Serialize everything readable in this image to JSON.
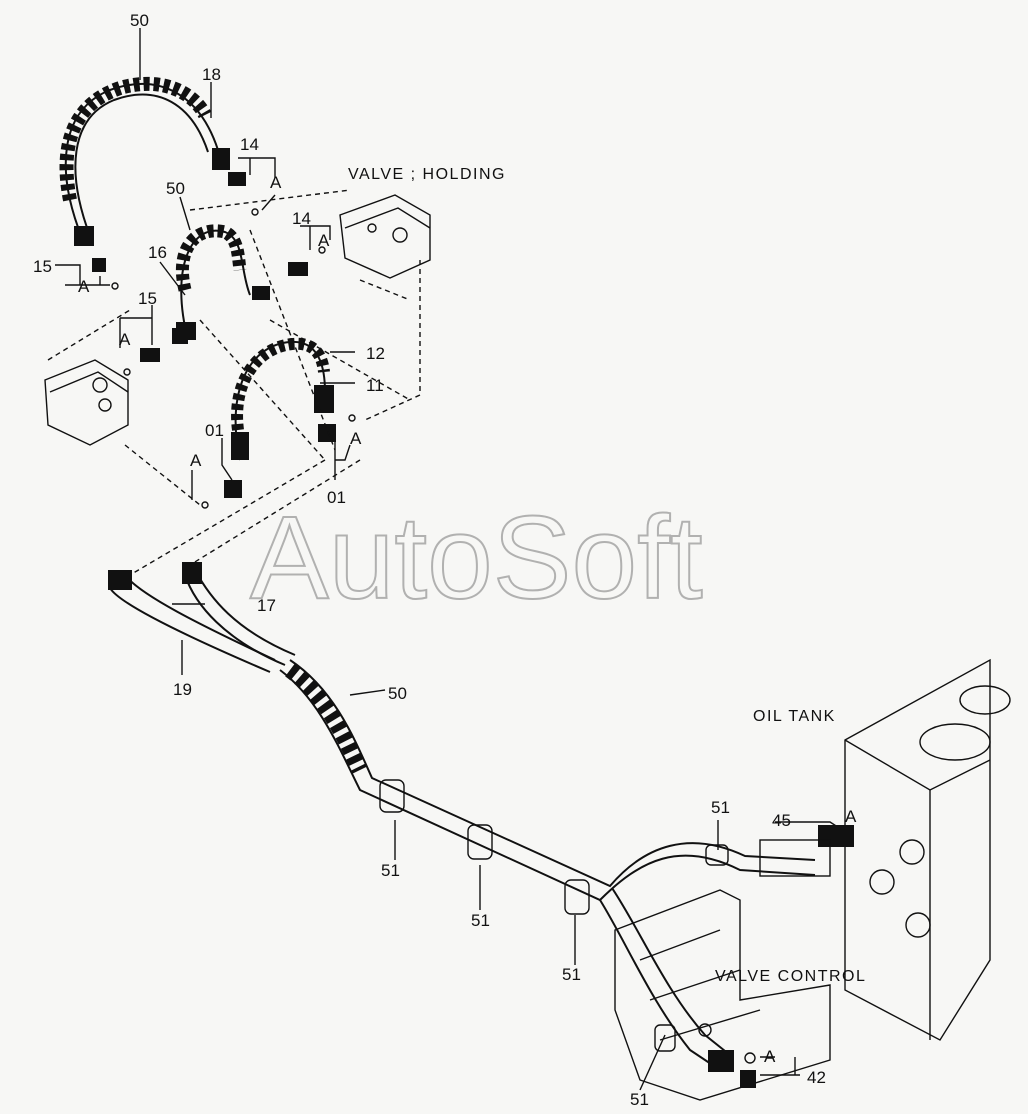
{
  "diagram": {
    "captions": {
      "valve_holding": "VALVE ; HOLDING",
      "oil_tank": "OIL TANK",
      "valve_control": "VALVE CONTROL"
    },
    "watermark": "AutoSoft",
    "part_labels": {
      "p50_top": "50",
      "p18": "18",
      "p14_upper": "14",
      "a_14_upper": "A",
      "p50_mid": "50",
      "p14_lower": "14",
      "a_14_lower": "A",
      "p15_left": "15",
      "a_15_left": "A",
      "p16": "16",
      "p15_center": "15",
      "a_15_center": "A",
      "p12": "12",
      "p11": "11",
      "p01_left": "01",
      "a_01_left": "A",
      "a_01_right": "A",
      "p01_right": "01",
      "p17": "17",
      "p19": "19",
      "p50_lower": "50",
      "p51_a": "51",
      "p51_b": "51",
      "p51_c": "51",
      "p51_d": "51",
      "p51_e": "51",
      "p45": "45",
      "a_45": "A",
      "a_42": "A",
      "p42": "42"
    }
  }
}
